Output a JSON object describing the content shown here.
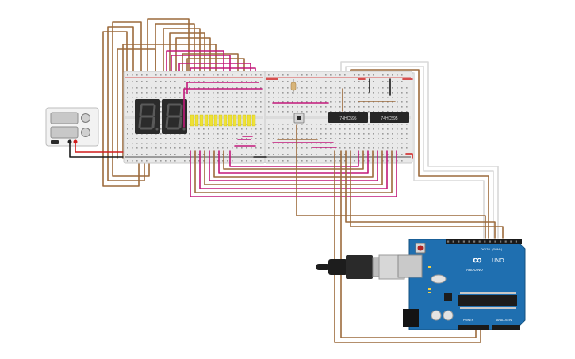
{
  "chips": {
    "left_label": "74HC595",
    "right_label": "74HC595"
  },
  "arduino": {
    "brand": "ARDUINO",
    "model": "UNO",
    "digital_header": "DIGITAL (PWM~)",
    "analog_header": "ANALOG IN",
    "power_header": "POWER",
    "logo_symbol": "∞"
  },
  "colors": {
    "wire_brown": "#9c6a3c",
    "wire_magenta": "#c2187a",
    "wire_red": "#d01c1c",
    "wire_black": "#1b1b1b",
    "wire_gray": "#d9d9d9",
    "board_blue": "#1f6fb0",
    "breadboard": "#e9e9e9",
    "led_bar": "#efe234"
  }
}
